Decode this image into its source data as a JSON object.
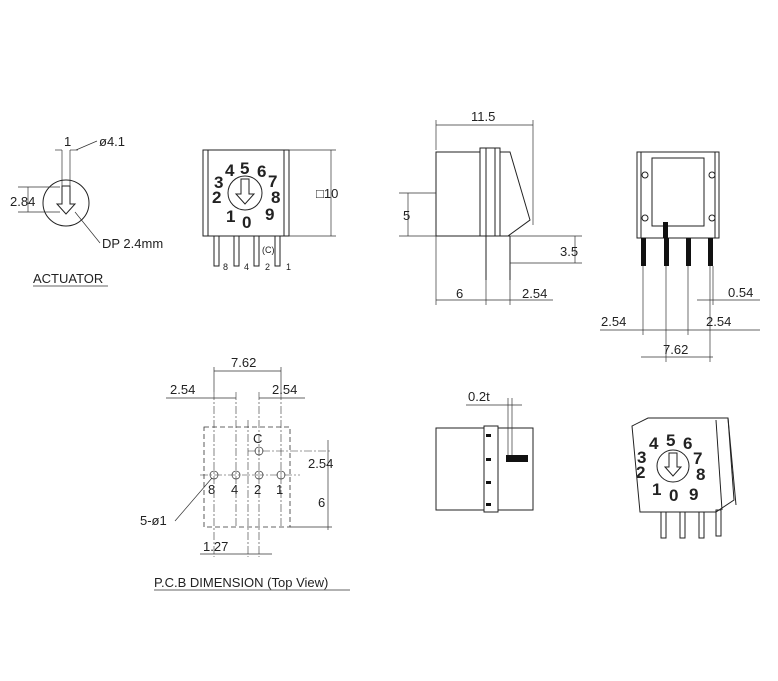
{
  "actuator": {
    "dim_1": "1",
    "dim_dia": "ø4.1",
    "dim_height": "2.84",
    "dp_label": "DP 2.4mm",
    "caption": "ACTUATOR"
  },
  "front_view": {
    "dial_numbers": [
      "5",
      "6",
      "7",
      "8",
      "9",
      "0",
      "1",
      "2",
      "3",
      "4"
    ],
    "size_label": "□10",
    "common_label": "(C)",
    "pin_labels": [
      "8",
      "4",
      "2",
      "1"
    ]
  },
  "side_view": {
    "dim_width": "11.5",
    "dim_height": "5",
    "dim_pin": "3.5",
    "dim_6": "6",
    "dim_254": "2.54"
  },
  "back_view": {
    "dim_054": "0.54",
    "dim_254_left": "2.54",
    "dim_254_right": "2.54",
    "dim_762": "7.62"
  },
  "pcb": {
    "dim_762": "7.62",
    "dim_254_left": "2.54",
    "dim_254_right": "2.54",
    "dim_254_vertical": "2.54",
    "dim_6": "6",
    "dim_127": "1.27",
    "holes_label": "5-ø1",
    "common_label": "C",
    "pin_labels": [
      "8",
      "4",
      "2",
      "1"
    ],
    "caption": "P.C.B DIMENSION (Top View)"
  },
  "top_view": {
    "dim_thickness": "0.2t"
  },
  "iso_view": {
    "dial_numbers": [
      "5",
      "6",
      "7",
      "8",
      "9",
      "0",
      "1",
      "2",
      "3",
      "4"
    ]
  }
}
